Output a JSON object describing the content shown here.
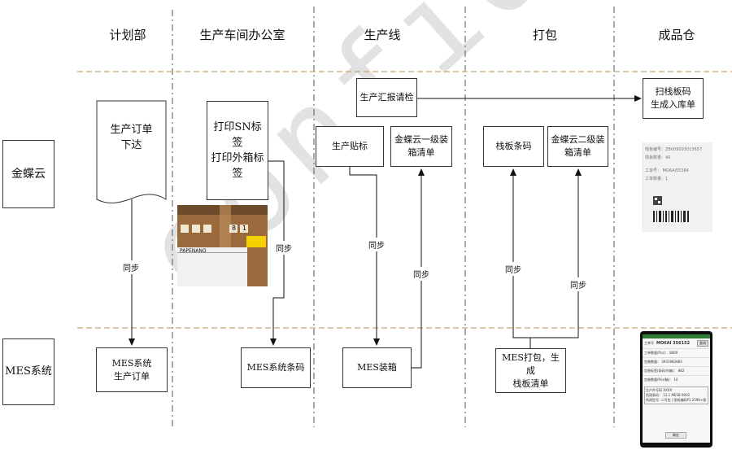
{
  "lanes": [
    "计划部",
    "生产车间办公室",
    "生产线",
    "打包",
    "成品仓"
  ],
  "rows": {
    "top": "金蝶云",
    "bottom": "MES系统"
  },
  "top_boxes": {
    "plan_order": "生产订单\n下达",
    "print_labels": "打印SN标签\n打印外箱标签",
    "report_inspect": "生产汇报请检",
    "production_label": "生产贴标",
    "kd_level1": "金蝶云一级装\n箱清单",
    "pallet_code": "栈板条码",
    "kd_level2": "金蝶云二级装\n箱清单",
    "warehouse_in": "扫栈板码\n生成入库单"
  },
  "bottom_boxes": {
    "mes_order": "MES系统\n生产订单",
    "mes_barcode": "MES系统条码",
    "mes_boxing": "MES装箱",
    "mes_pack": "MES打包，生成\n栈板清单"
  },
  "sync_label": "同步",
  "watermark": "confidential",
  "carton_photo": {
    "brand": "PAPENANO",
    "marks": [
      "8",
      "1"
    ]
  },
  "pallet_sheet": {
    "lines": [
      "栈板编号：ZB009093013657",
      "栈板数量：40",
      "工单号： MO6AIS5384",
      "工单数量：1"
    ]
  },
  "phone_screen": {
    "order_label": "工单号",
    "order_value": "MO6AI 356152",
    "confirm": "查询",
    "row1": "工单数量(Pcs)：  8000",
    "row2": "包装数量：  3931983883",
    "row3": "包装标签(条码/内箱)：  882",
    "row4": "包装数量(Pcs/箱)：  10",
    "info": "生产件号码 XXXX\n 所测条码： 12.1 MESB 9002\n所测型号: 二号包 | 图纸编码P1 2596+版",
    "submit_button": "确定"
  },
  "colors": {
    "divider": "#c8a47a",
    "lane": "#555555",
    "photo_bg": "#8a5f36"
  }
}
